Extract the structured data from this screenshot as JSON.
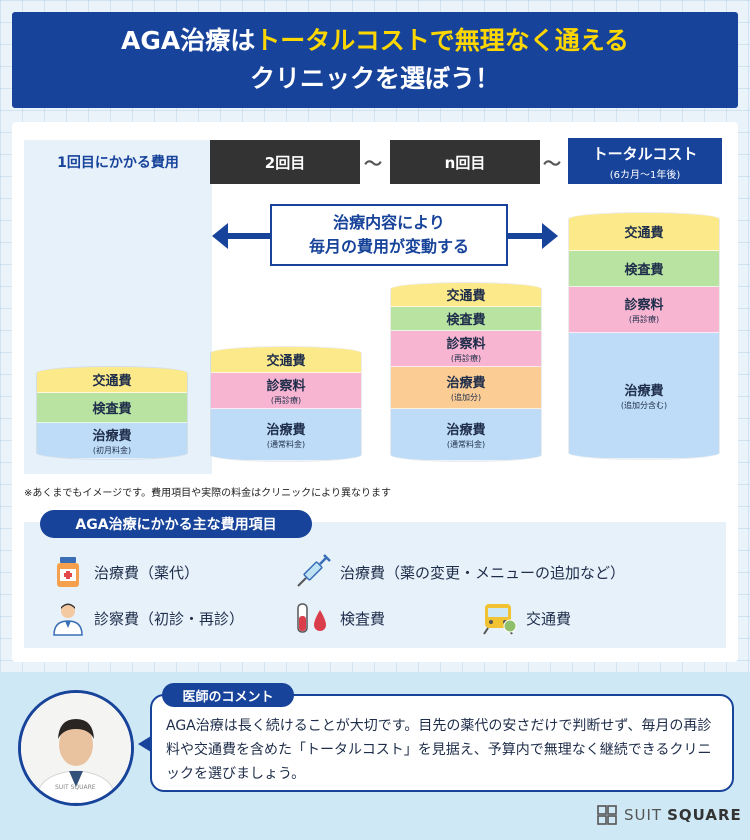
{
  "title": {
    "line1_a": "AGA治療は",
    "line1_b": "トータルコストで無理なく通える",
    "line2": "クリニックを選ぼう！"
  },
  "columns": {
    "first": "1回目にかかる費用",
    "second": "2回目",
    "nth": "n回目",
    "total": "トータルコスト",
    "total_sub": "(6カ月〜1年後)",
    "tilde": "〜"
  },
  "change_label": {
    "line1": "治療内容により",
    "line2": "毎月の費用が変動する"
  },
  "stack1": [
    {
      "label": "交通費",
      "sub": ""
    },
    {
      "label": "検査費",
      "sub": ""
    },
    {
      "label": "治療費",
      "sub": "(初月料金)"
    }
  ],
  "stack2": [
    {
      "label": "交通費",
      "sub": ""
    },
    {
      "label": "診察料",
      "sub": "(再診療)"
    },
    {
      "label": "治療費",
      "sub": "(通常料金)"
    }
  ],
  "stack3": [
    {
      "label": "交通費",
      "sub": ""
    },
    {
      "label": "検査費",
      "sub": ""
    },
    {
      "label": "診察料",
      "sub": "(再診療)"
    },
    {
      "label": "治療費",
      "sub": "(追加分)"
    },
    {
      "label": "治療費",
      "sub": "(通常料金)"
    }
  ],
  "stack4": [
    {
      "label": "交通費",
      "sub": ""
    },
    {
      "label": "検査費",
      "sub": ""
    },
    {
      "label": "診察料",
      "sub": "(再診療)"
    },
    {
      "label": "治療費",
      "sub": "(追加分含む)"
    }
  ],
  "note": "※あくまでもイメージです。費用項目や実際の料金はクリニックにより異なります",
  "items": {
    "heading": "AGA治療にかかる主な費用項目",
    "medicine": "治療費（薬代）",
    "medicine_change": "治療費（薬の変更・メニューの追加など）",
    "consultation": "診察費（初診・再診）",
    "test": "検査費",
    "transport": "交通費"
  },
  "comment": {
    "badge": "医師のコメント",
    "text": "AGA治療は長く続けることが大切です。目先の薬代の安さだけで判断せず、毎月の再診料や交通費を含めた「トータルコスト」を見据え、予算内で無理なく継続できるクリニックを選びましょう。",
    "avatar_caption": "SUIT SQUARE"
  },
  "brand": {
    "suit": "SUIT",
    "square": "SQUARE"
  },
  "colors": {
    "navy": "#17439a",
    "accent_yellow": "#ffd700",
    "transport": "#fbe98a",
    "test": "#b8e3a1",
    "consult": "#f7b5d2",
    "additional": "#fbcd94",
    "treatment": "#bedcf7"
  }
}
